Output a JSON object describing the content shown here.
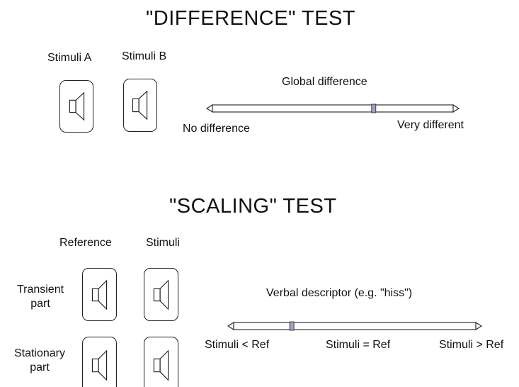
{
  "difference_test": {
    "title": "\"DIFFERENCE\" TEST",
    "stimuli_a_label": "Stimuli A",
    "stimuli_b_label": "Stimuli B",
    "slider_caption": "Global difference",
    "left_anchor": "No difference",
    "right_anchor": "Very different",
    "cursor_position": 0.67
  },
  "scaling_test": {
    "title": "\"SCALING\" TEST",
    "reference_label": "Reference",
    "stimuli_label": "Stimuli",
    "transient_label_line1": "Transient",
    "transient_label_line2": "part",
    "stationary_label_line1": "Stationary",
    "stationary_label_line2": "part",
    "slider_caption": "Verbal descriptor (e.g. \"hiss\")",
    "left_anchor": "Stimuli < Ref",
    "middle_anchor": "Stimuli = Ref",
    "right_anchor": "Stimuli > Ref",
    "cursor_position": 0.24
  },
  "colors": {
    "cursor_fill": "#a99bc4",
    "line": "#222222"
  },
  "icons": {
    "play_button": "speaker-icon"
  }
}
